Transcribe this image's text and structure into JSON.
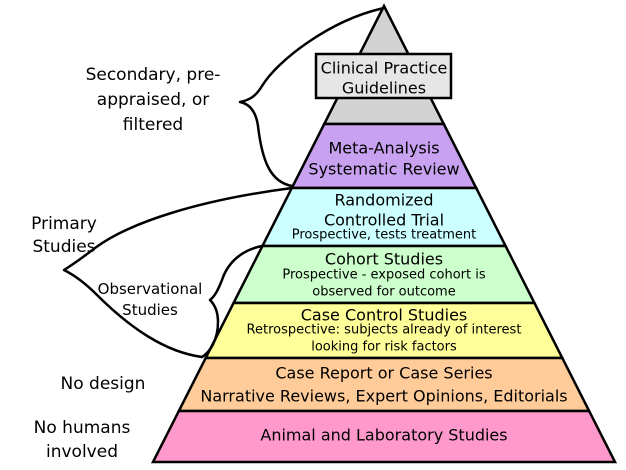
{
  "pyramid": {
    "tiers": [
      {
        "id": "apex",
        "lines": [],
        "color": "#d3d3d3"
      },
      {
        "id": "meta-analysis",
        "lines": [
          "Meta-Analysis",
          "Systematic Review"
        ],
        "color": "#c8a2f0"
      },
      {
        "id": "rct",
        "lines": [
          "Randomized",
          "Controlled Trial"
        ],
        "sub": [
          "Prospective, tests treatment"
        ],
        "color": "#ccffff"
      },
      {
        "id": "cohort",
        "lines": [
          "Cohort Studies"
        ],
        "sub": [
          "Prospective - exposed cohort is",
          "observed for outcome"
        ],
        "color": "#ccffcc"
      },
      {
        "id": "case-control",
        "lines": [
          "Case Control Studies"
        ],
        "sub": [
          "Retrospective: subjects already of interest",
          "looking for risk factors"
        ],
        "color": "#ffff99"
      },
      {
        "id": "case-report",
        "lines": [
          "Case Report or Case Series",
          "Narrative Reviews, Expert Opinions, Editorials"
        ],
        "color": "#ffcc99"
      },
      {
        "id": "animal-lab",
        "lines": [
          "Animal and Laboratory Studies"
        ],
        "color": "#ff99cc"
      }
    ],
    "guidelines": {
      "lines": [
        "Clinical Practice",
        "Guidelines"
      ],
      "color": "#e6e6e6"
    }
  },
  "side_labels": [
    {
      "id": "secondary",
      "lines": [
        "Secondary, pre-",
        "appraised, or",
        "filtered"
      ]
    },
    {
      "id": "primary",
      "lines": [
        "Primary",
        "Studies"
      ]
    },
    {
      "id": "observational",
      "lines": [
        "Observational",
        "Studies"
      ]
    },
    {
      "id": "no-design",
      "lines": [
        "No design"
      ]
    },
    {
      "id": "no-humans",
      "lines": [
        "No humans",
        "involved"
      ]
    }
  ]
}
